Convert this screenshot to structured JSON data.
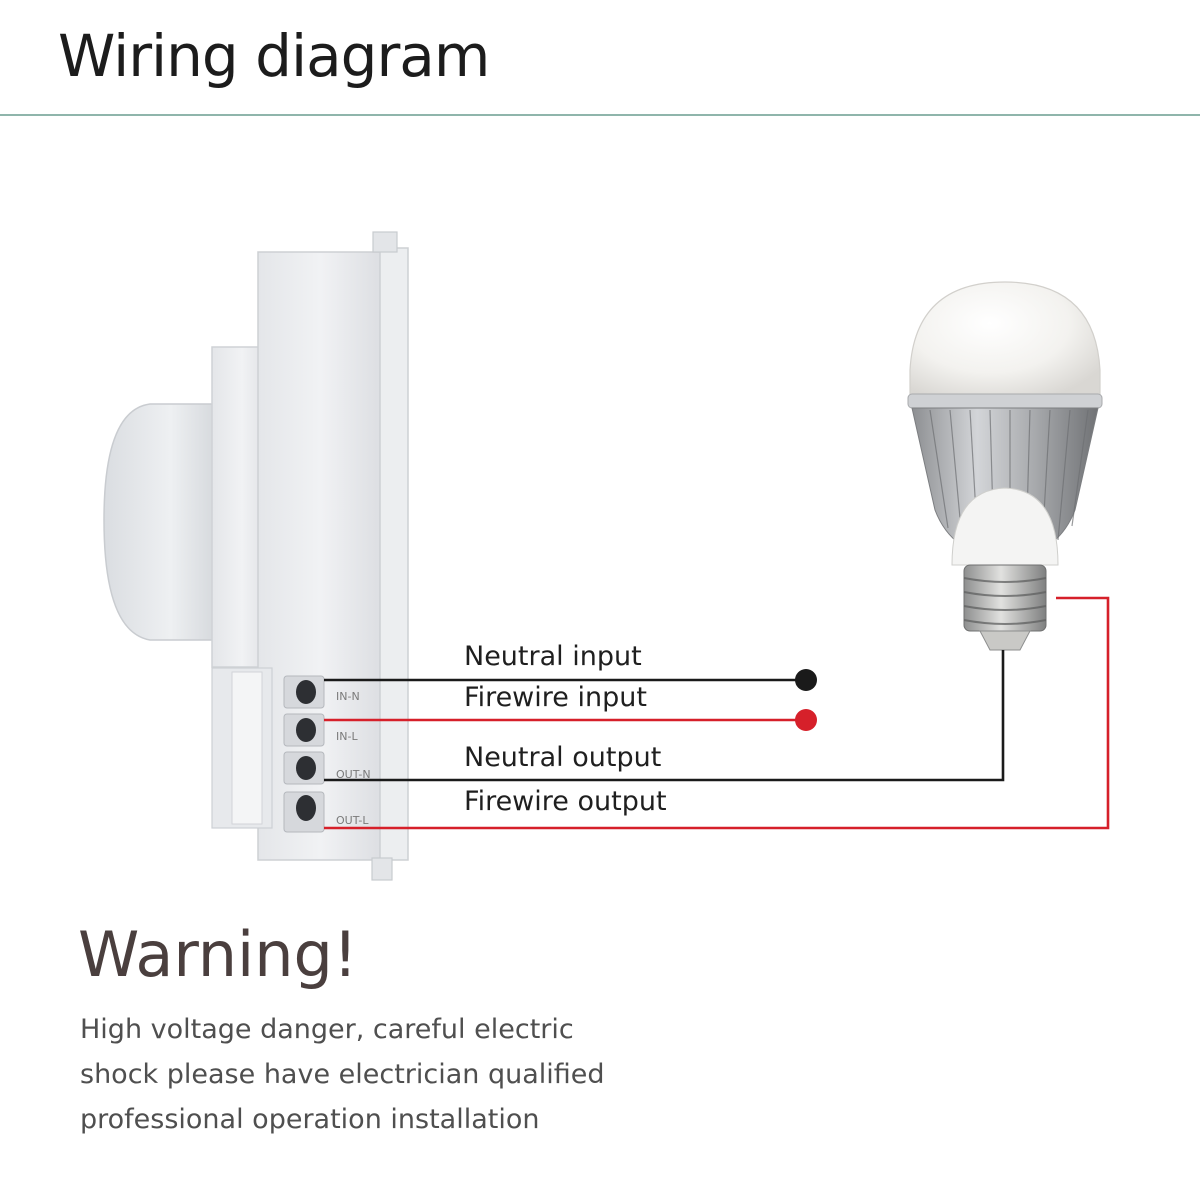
{
  "title": "Wiring diagram",
  "wires": {
    "neutral_input": "Neutral input",
    "firewire_input": "Firewire input",
    "neutral_output": "Neutral output",
    "firewire_output": "Firewire output"
  },
  "terminals": {
    "in_n": "IN-N",
    "in_l": "IN-L",
    "out_n": "OUT-N",
    "out_l": "OUT-L"
  },
  "warning": {
    "heading": "Warning!",
    "line1": "High voltage danger, careful electric",
    "line2": "shock please have electrician qualified",
    "line3": "professional operation installation"
  },
  "colors": {
    "neutral_wire": "#1a1a1a",
    "live_wire": "#d6202a",
    "divider": "#8fb5ab"
  },
  "icons": {
    "sensor_switch": "microwave-sensor-switch-icon",
    "light_bulb": "led-bulb-icon"
  }
}
